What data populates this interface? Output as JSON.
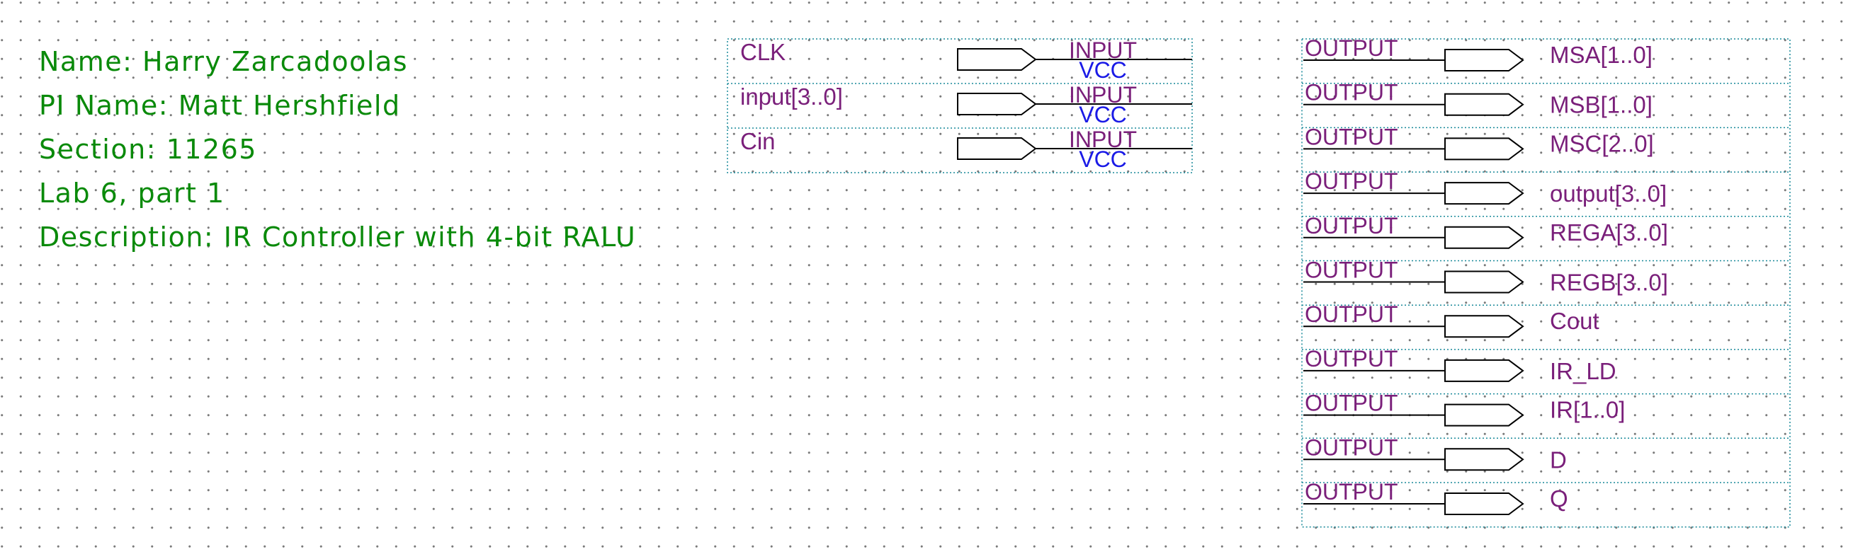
{
  "notes": [
    "Name: Harry Zarcadoolas",
    "PI Name: Matt Hershfield",
    "Section: 11265",
    "Lab 6, part 1",
    "Description: IR Controller with 4-bit RALU"
  ],
  "input_pins": [
    {
      "name": "CLK",
      "type": "INPUT",
      "default": "VCC"
    },
    {
      "name": "input[3..0]",
      "type": "INPUT",
      "default": "VCC"
    },
    {
      "name": "Cin",
      "type": "INPUT",
      "default": "VCC"
    }
  ],
  "output_pins": [
    {
      "name": "MSA[1..0]",
      "type": "OUTPUT"
    },
    {
      "name": "MSB[1..0]",
      "type": "OUTPUT"
    },
    {
      "name": "MSC[2..0]",
      "type": "OUTPUT"
    },
    {
      "name": "output[3..0]",
      "type": "OUTPUT"
    },
    {
      "name": "REGA[3..0]",
      "type": "OUTPUT"
    },
    {
      "name": "REGB[3..0]",
      "type": "OUTPUT"
    },
    {
      "name": "Cout",
      "type": "OUTPUT"
    },
    {
      "name": "IR_LD",
      "type": "OUTPUT"
    },
    {
      "name": "IR[1..0]",
      "type": "OUTPUT"
    },
    {
      "name": "D",
      "type": "OUTPUT"
    },
    {
      "name": "Q",
      "type": "OUTPUT"
    }
  ],
  "colors": {
    "note_text": "#0a8a0a",
    "pin_name": "#7a1f7a",
    "pin_default": "#1a1ae6",
    "wire": "#000000",
    "group_border": "#1a8a9a",
    "grid_dot": "#7a7a7a"
  }
}
